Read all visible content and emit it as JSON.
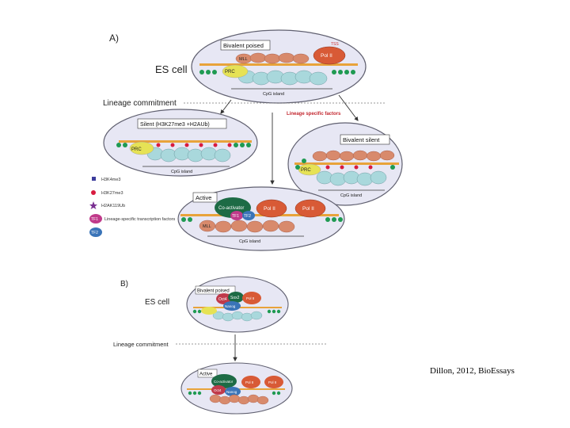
{
  "panel_a": {
    "label": "A)",
    "es_cell": "ES cell",
    "lineage_commitment": "Lineage commitment",
    "lineage_factors": "Lineage specific factors",
    "states": {
      "bivalent_poised": "Bivalent poised",
      "silent": "Silent (H3K27me3 +H2AUb)",
      "bivalent_silent": "Bivalent silent",
      "active": "Active"
    },
    "proteins": {
      "pol2": "Pol II",
      "coactivator": "Co-activator",
      "tf1": "TF1",
      "tf2": "TF2",
      "prc": "PRC",
      "mll": "MLL",
      "tss": "TSS"
    },
    "cpg_island": "CpG island",
    "legend": {
      "h3k4": "H3K4me3",
      "h3k27": "H3K27me3",
      "h2a": "H2AK119Ub",
      "tf": "Lineage-specific transcription factors"
    }
  },
  "panel_b": {
    "label": "B)",
    "es_cell": "ES cell",
    "lineage_commitment": "Lineage commitment",
    "states": {
      "bivalent_poised": "Bivalent poised",
      "active": "Active"
    },
    "proteins": {
      "oct4": "Oct4",
      "sox2": "Sox2",
      "nanog": "Nanog",
      "pol2": "Pol II",
      "coactivator": "Co-activator"
    }
  },
  "citation": "Dillon, 2012, BioEssays",
  "colors": {
    "ellipse_fill": "#e7e7f4",
    "ellipse_stroke": "#606070",
    "dna_orange": "#e8a33a",
    "nucleosome": "#a9d8dc",
    "chain_green": "#1f9a52",
    "pol2": "#d85a36",
    "coactivator": "#1d6b45",
    "prc": "#e6e255",
    "h3k27_marker": "#d81c3f",
    "h3k4_marker": "#3c3c9c",
    "h2a_marker": "#7a2f91",
    "tf1": "#c03a8a",
    "tf2": "#3a74b8"
  }
}
